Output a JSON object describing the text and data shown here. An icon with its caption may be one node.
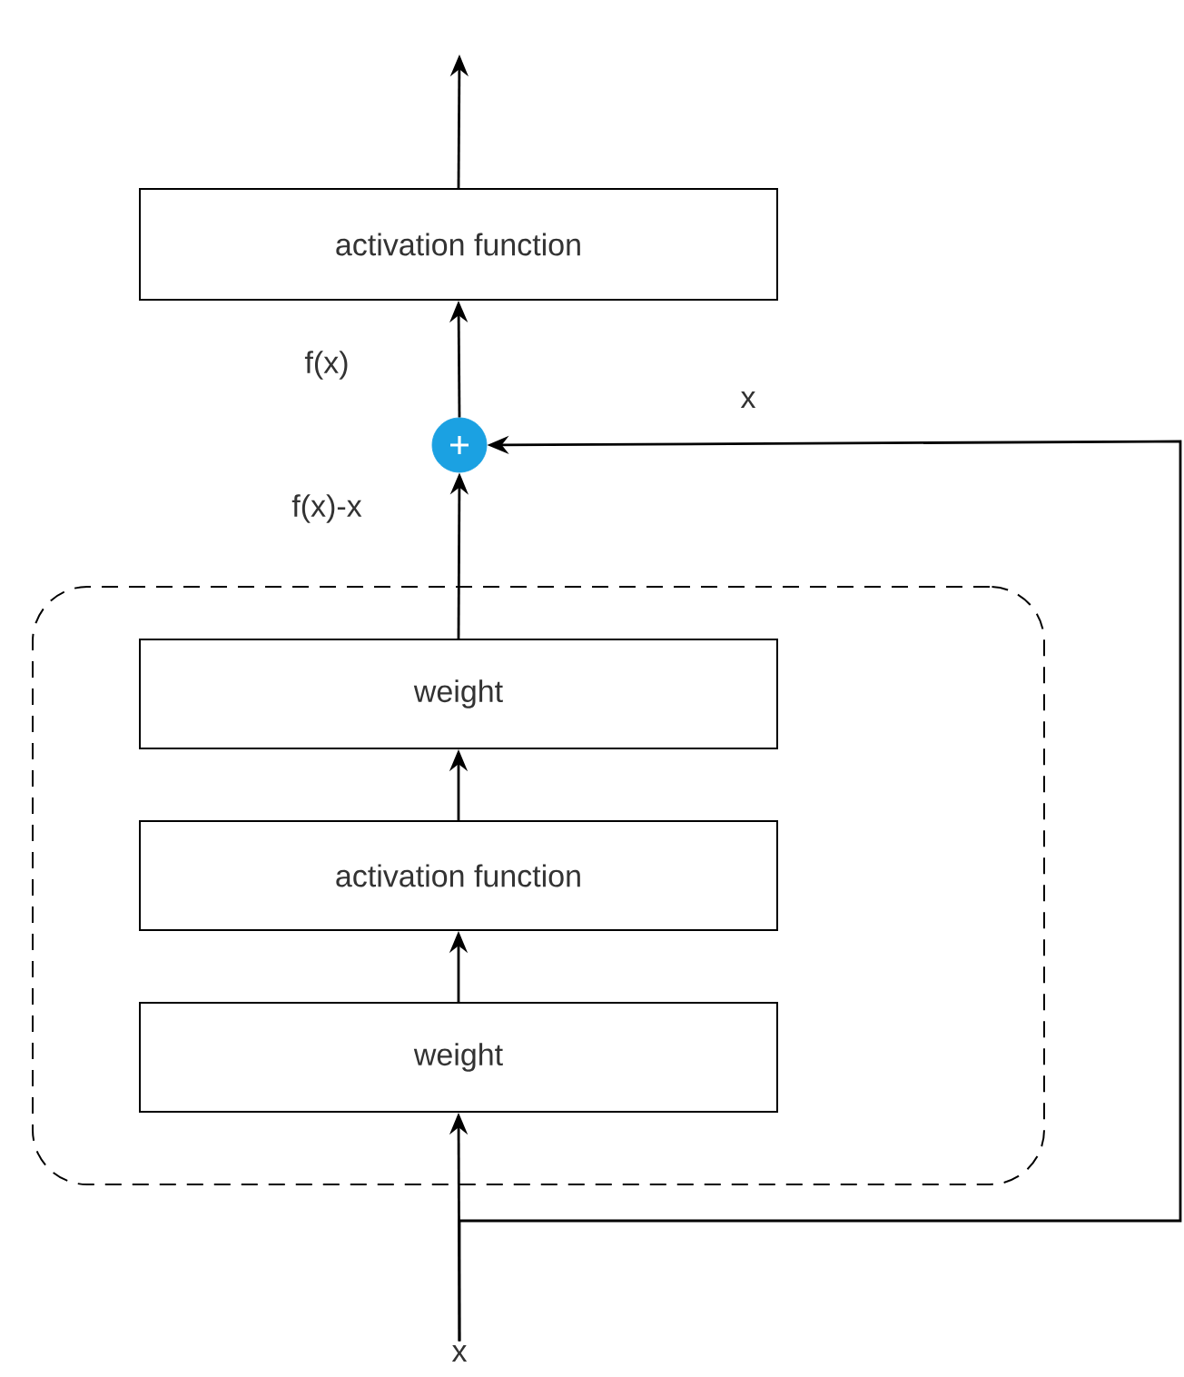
{
  "diagram": {
    "nodes": [
      {
        "text": [
          "x"
        ]
      },
      {
        "text": [],
        "shape": "box"
      },
      {
        "text": [
          "weight"
        ],
        "in": 1
      },
      {
        "text": [
          "activation function"
        ],
        "in": 1
      },
      {
        "text": [
          "weight"
        ],
        "in": 1
      },
      {
        "text": [],
        "shape": "circle"
      },
      {
        "text": [
          "activation function"
        ]
      }
    ],
    "edges": [
      {
        "from": 0,
        "to": 2,
        "arrow": "to"
      },
      {
        "from": 2,
        "to": 3,
        "arrow": "to"
      },
      {
        "from": 3,
        "to": 4,
        "arrow": "to"
      },
      {
        "from": 4,
        "to": 5,
        "arrow": "to",
        "label": "f(x)-x"
      },
      {
        "from": 5,
        "to": 6,
        "arrow": "to",
        "label": "f(x)"
      },
      {
        "from": 6,
        "to": null,
        "arrow": "to"
      },
      {
        "from": 0,
        "to": 5,
        "arrow": "to",
        "label": "x"
      }
    ]
  }
}
